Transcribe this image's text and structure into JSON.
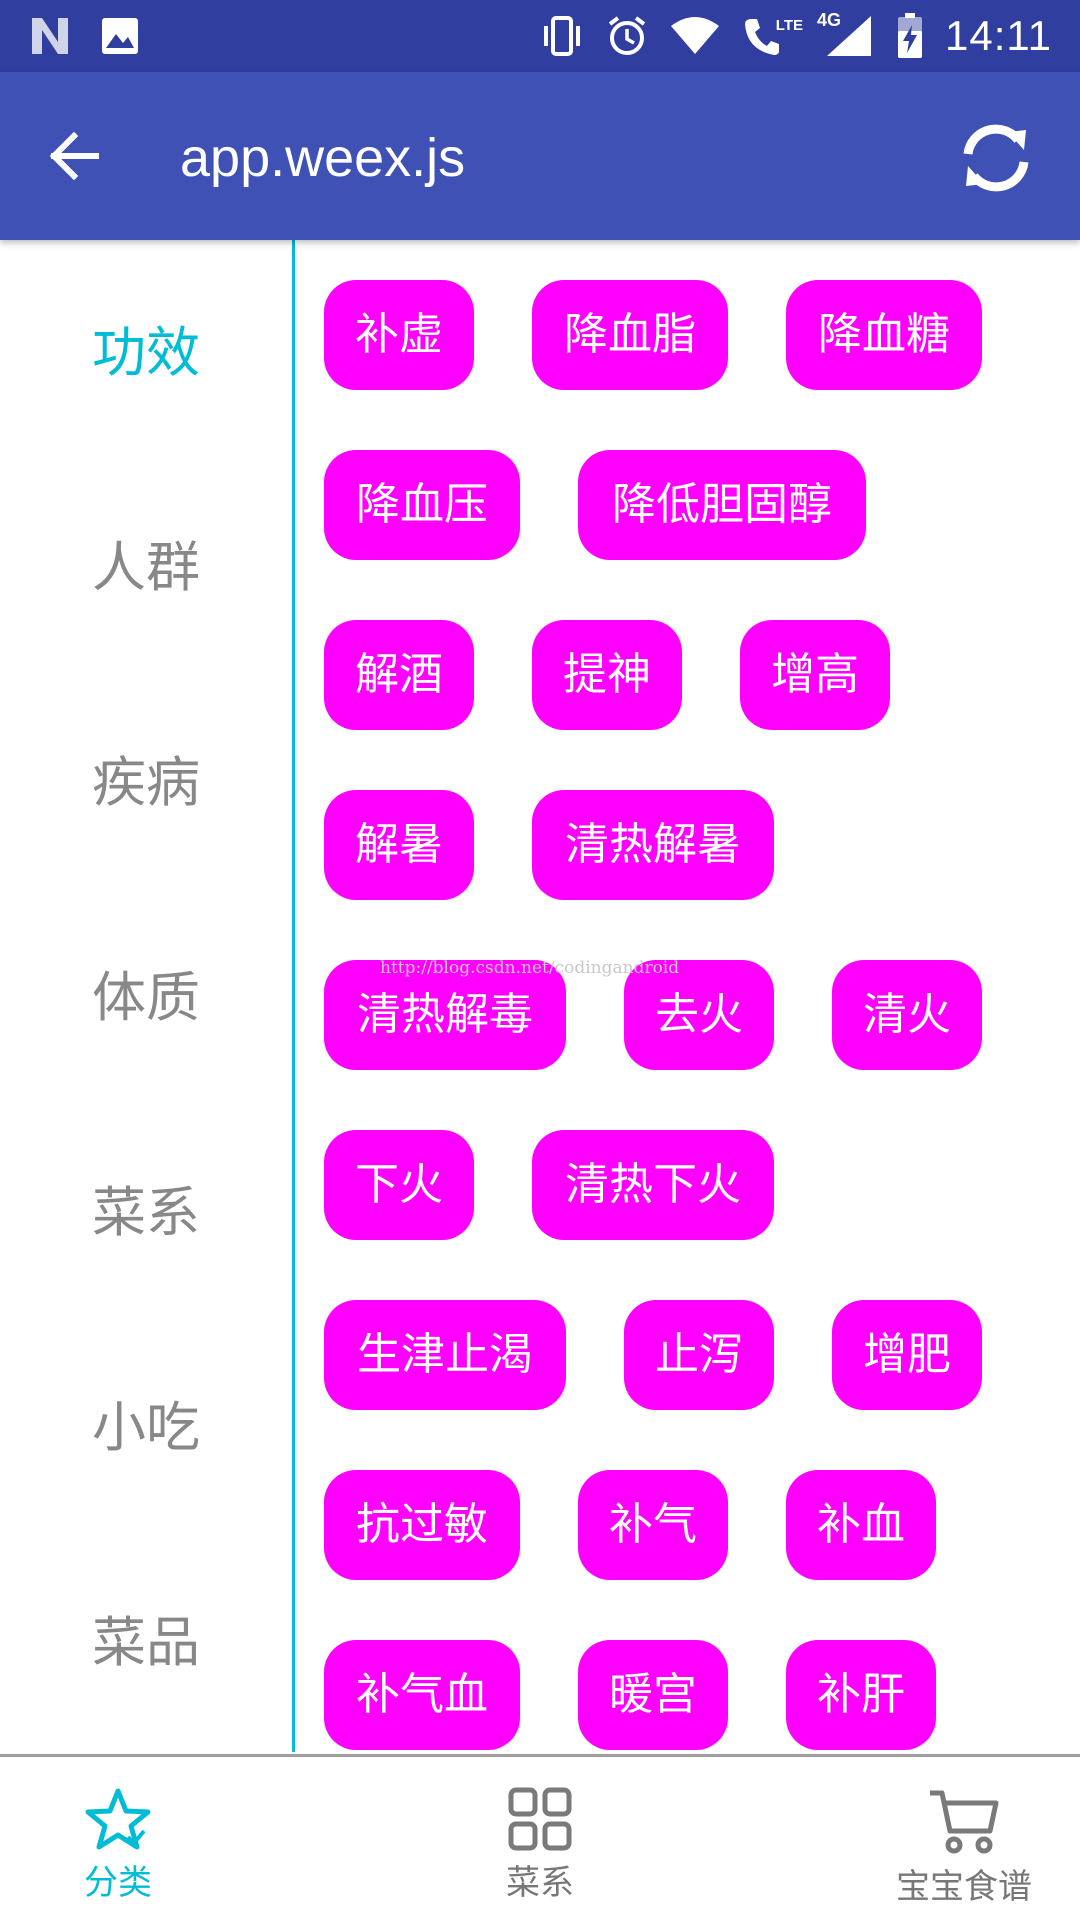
{
  "status_bar": {
    "time": "14:11",
    "network": "4G",
    "lte": "LTE",
    "icons": [
      "n-logo-icon",
      "image-icon",
      "vibrate-icon",
      "alarm-icon",
      "wifi-icon",
      "phone-lte-icon",
      "signal-icon",
      "battery-charging-icon"
    ]
  },
  "app_bar": {
    "title": "app.weex.js",
    "back_icon": "arrow-back-icon",
    "refresh_icon": "refresh-icon"
  },
  "sidebar": {
    "accent_color": "#00bcd4",
    "items": [
      {
        "label": "功效",
        "active": true
      },
      {
        "label": "人群",
        "active": false
      },
      {
        "label": "疾病",
        "active": false
      },
      {
        "label": "体质",
        "active": false
      },
      {
        "label": "菜系",
        "active": false
      },
      {
        "label": "小吃",
        "active": false
      },
      {
        "label": "菜品",
        "active": false
      }
    ]
  },
  "tags": {
    "color": "#ff00ff",
    "rows": [
      [
        "补虚",
        "降血脂",
        "降血糖"
      ],
      [
        "降血压",
        "降低胆固醇"
      ],
      [
        "解酒",
        "提神",
        "增高"
      ],
      [
        "解暑",
        "清热解暑"
      ],
      [
        "清热解毒",
        "去火",
        "清火"
      ],
      [
        "下火",
        "清热下火"
      ],
      [
        "生津止渴",
        "止泻",
        "增肥"
      ],
      [
        "抗过敏",
        "补气",
        "补血"
      ],
      [
        "补气血",
        "暖宫",
        "补肝"
      ]
    ]
  },
  "watermark": "http://blog.csdn.net/codingandroid",
  "bottom_nav": {
    "items": [
      {
        "label": "分类",
        "icon": "star-icon",
        "active": true
      },
      {
        "label": "菜系",
        "icon": "grid-icon",
        "active": false
      },
      {
        "label": "宝宝食谱",
        "icon": "cart-icon",
        "active": false
      }
    ]
  }
}
